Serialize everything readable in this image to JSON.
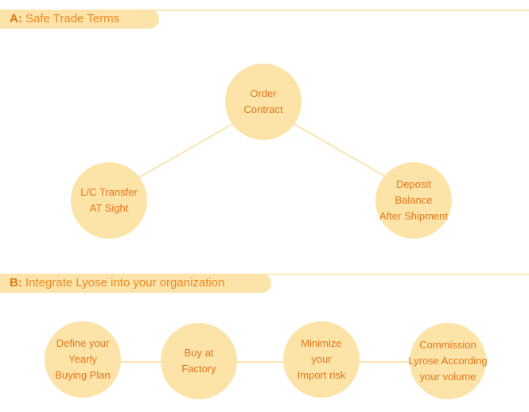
{
  "sections": [
    {
      "letter": "A:",
      "title": "Safe Trade Terms",
      "nodes": [
        {
          "lines": [
            "Order",
            "Contract"
          ]
        },
        {
          "lines": [
            "L/C Transfer",
            "AT Sight"
          ]
        },
        {
          "lines": [
            "Deposit",
            "Balance",
            "After Shipment"
          ]
        }
      ]
    },
    {
      "letter": "B:",
      "title": "Integrate Lyose into your organization",
      "nodes": [
        {
          "lines": [
            "Define your",
            "Yearly",
            "Buying Plan"
          ]
        },
        {
          "lines": [
            "Buy at",
            "Factory"
          ]
        },
        {
          "lines": [
            "Minimize",
            "your",
            "Import risk"
          ]
        },
        {
          "lines": [
            "Commission",
            "Lyrose According",
            "your volume"
          ]
        }
      ]
    }
  ],
  "colors": {
    "node_fill": "#fce4a8",
    "connector": "#fce4b4",
    "header_fill": "#fbe3a9",
    "text": "#e5761c"
  }
}
